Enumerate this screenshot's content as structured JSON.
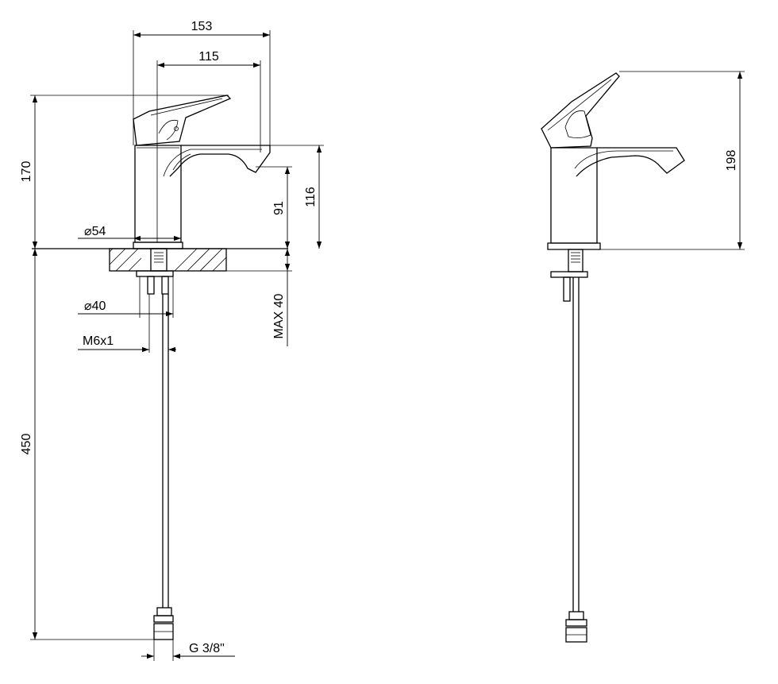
{
  "dimensions": {
    "width_153": "153",
    "width_115": "115",
    "height_170": "170",
    "height_116": "116",
    "height_91": "91",
    "height_450": "450",
    "height_198": "198",
    "max_40": "MAX 40",
    "dia_54": "54",
    "dia_40": "40",
    "thread_m6": "M6x1",
    "thread_g38": "G 3/8\""
  },
  "symbols": {
    "diameter": "⌀"
  }
}
